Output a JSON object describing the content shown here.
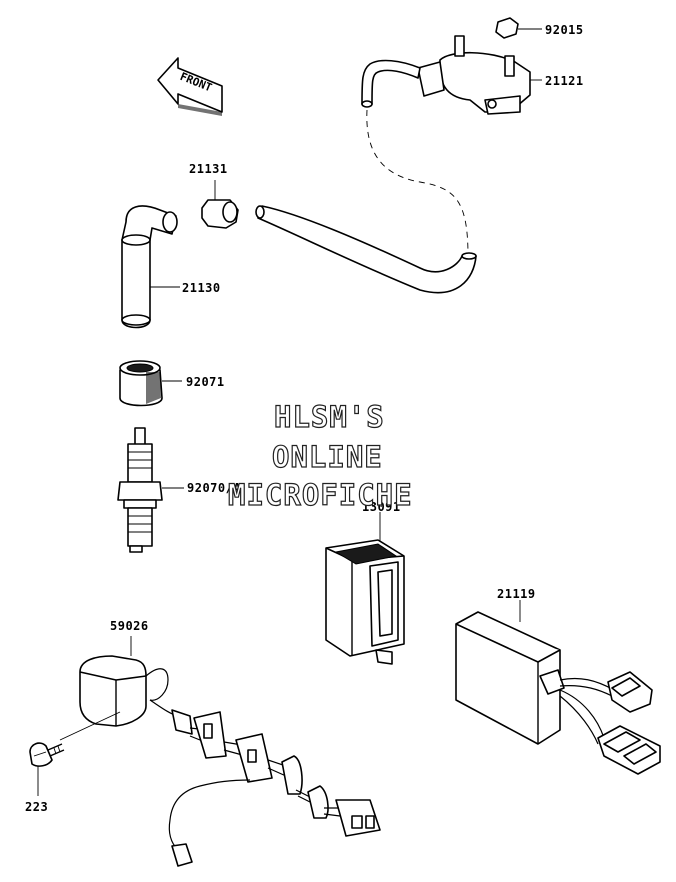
{
  "arrow_label": "FRONT",
  "parts": {
    "p92015": "92015",
    "p21121": "21121",
    "p21131": "21131",
    "p21130": "21130",
    "p92071": "92071",
    "p92070": "92070/A",
    "p13091": "13091",
    "p21119": "21119",
    "p59026": "59026",
    "p223": "223"
  },
  "watermark": {
    "line1": "HLSM'S",
    "line2": "ONLINE",
    "line3": "MICROFICHE"
  }
}
